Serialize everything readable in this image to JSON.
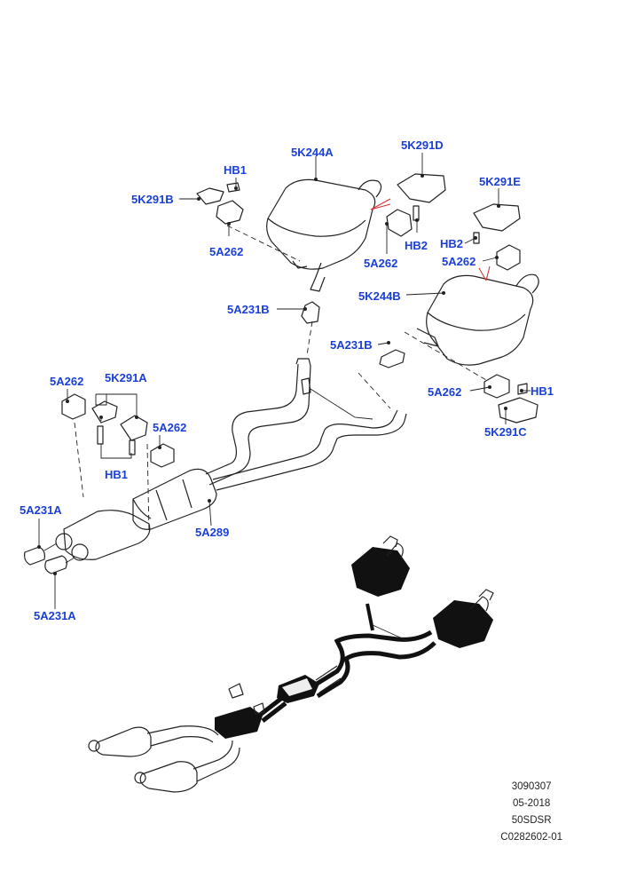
{
  "labels": {
    "c1": "5K244A",
    "c2": "5K291D",
    "c3": "HB1",
    "c4": "5K291B",
    "c5": "5A262",
    "c6": "5K291E",
    "c7": "HB2",
    "c8": "5A262",
    "c9": "HB2",
    "c10": "5A262",
    "c11": "5K244B",
    "c12": "5A231B",
    "c13": "5A231B",
    "c14": "5A262",
    "c15": "5K291A",
    "c16": "5A262",
    "c17": "HB1",
    "c18": "5A262",
    "c19": "HB1",
    "c20": "5K291C",
    "c21": "5A231A",
    "c22": "5A289",
    "c23": "5A231A"
  },
  "footer": {
    "code1": "3090307",
    "date": "05-2018",
    "model": "50SDSR",
    "ref": "C0282602-01"
  },
  "colors": {
    "callout": "#1a3fd6",
    "line": "#222222",
    "highlight": "#d63030"
  }
}
